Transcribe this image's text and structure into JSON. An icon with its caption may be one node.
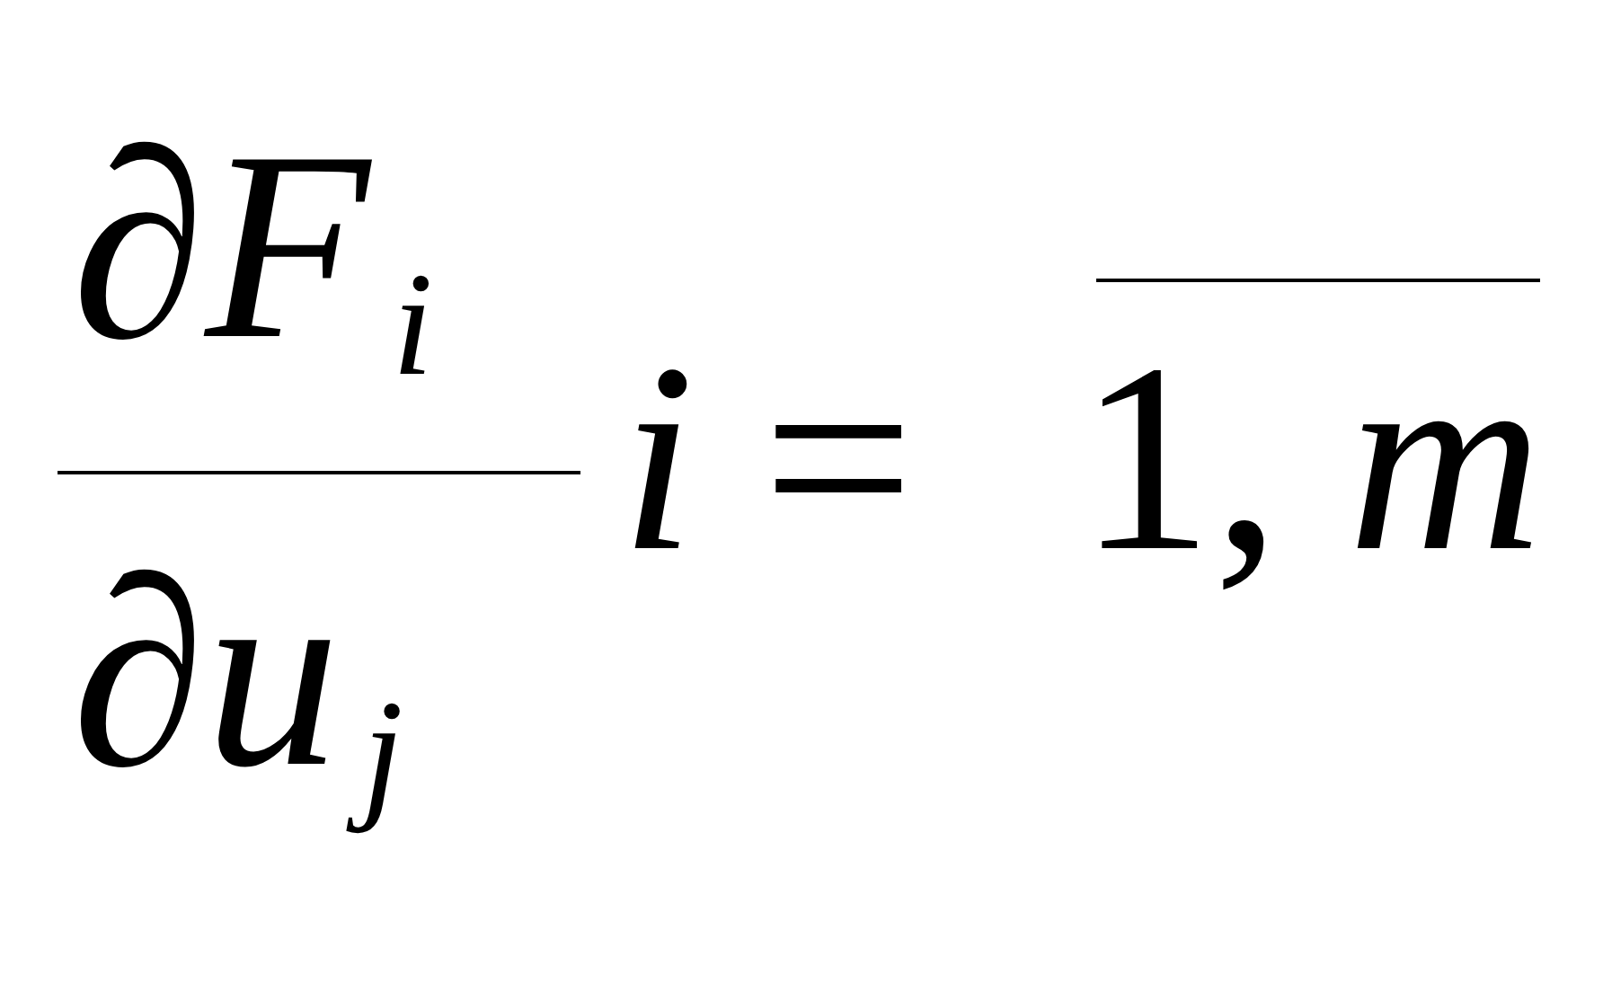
{
  "diagram": {
    "labels": [
      "∂F$_{i}$",
      "∂u$_{j}$",
      "*i* =",
      "1, *m*"
    ]
  }
}
